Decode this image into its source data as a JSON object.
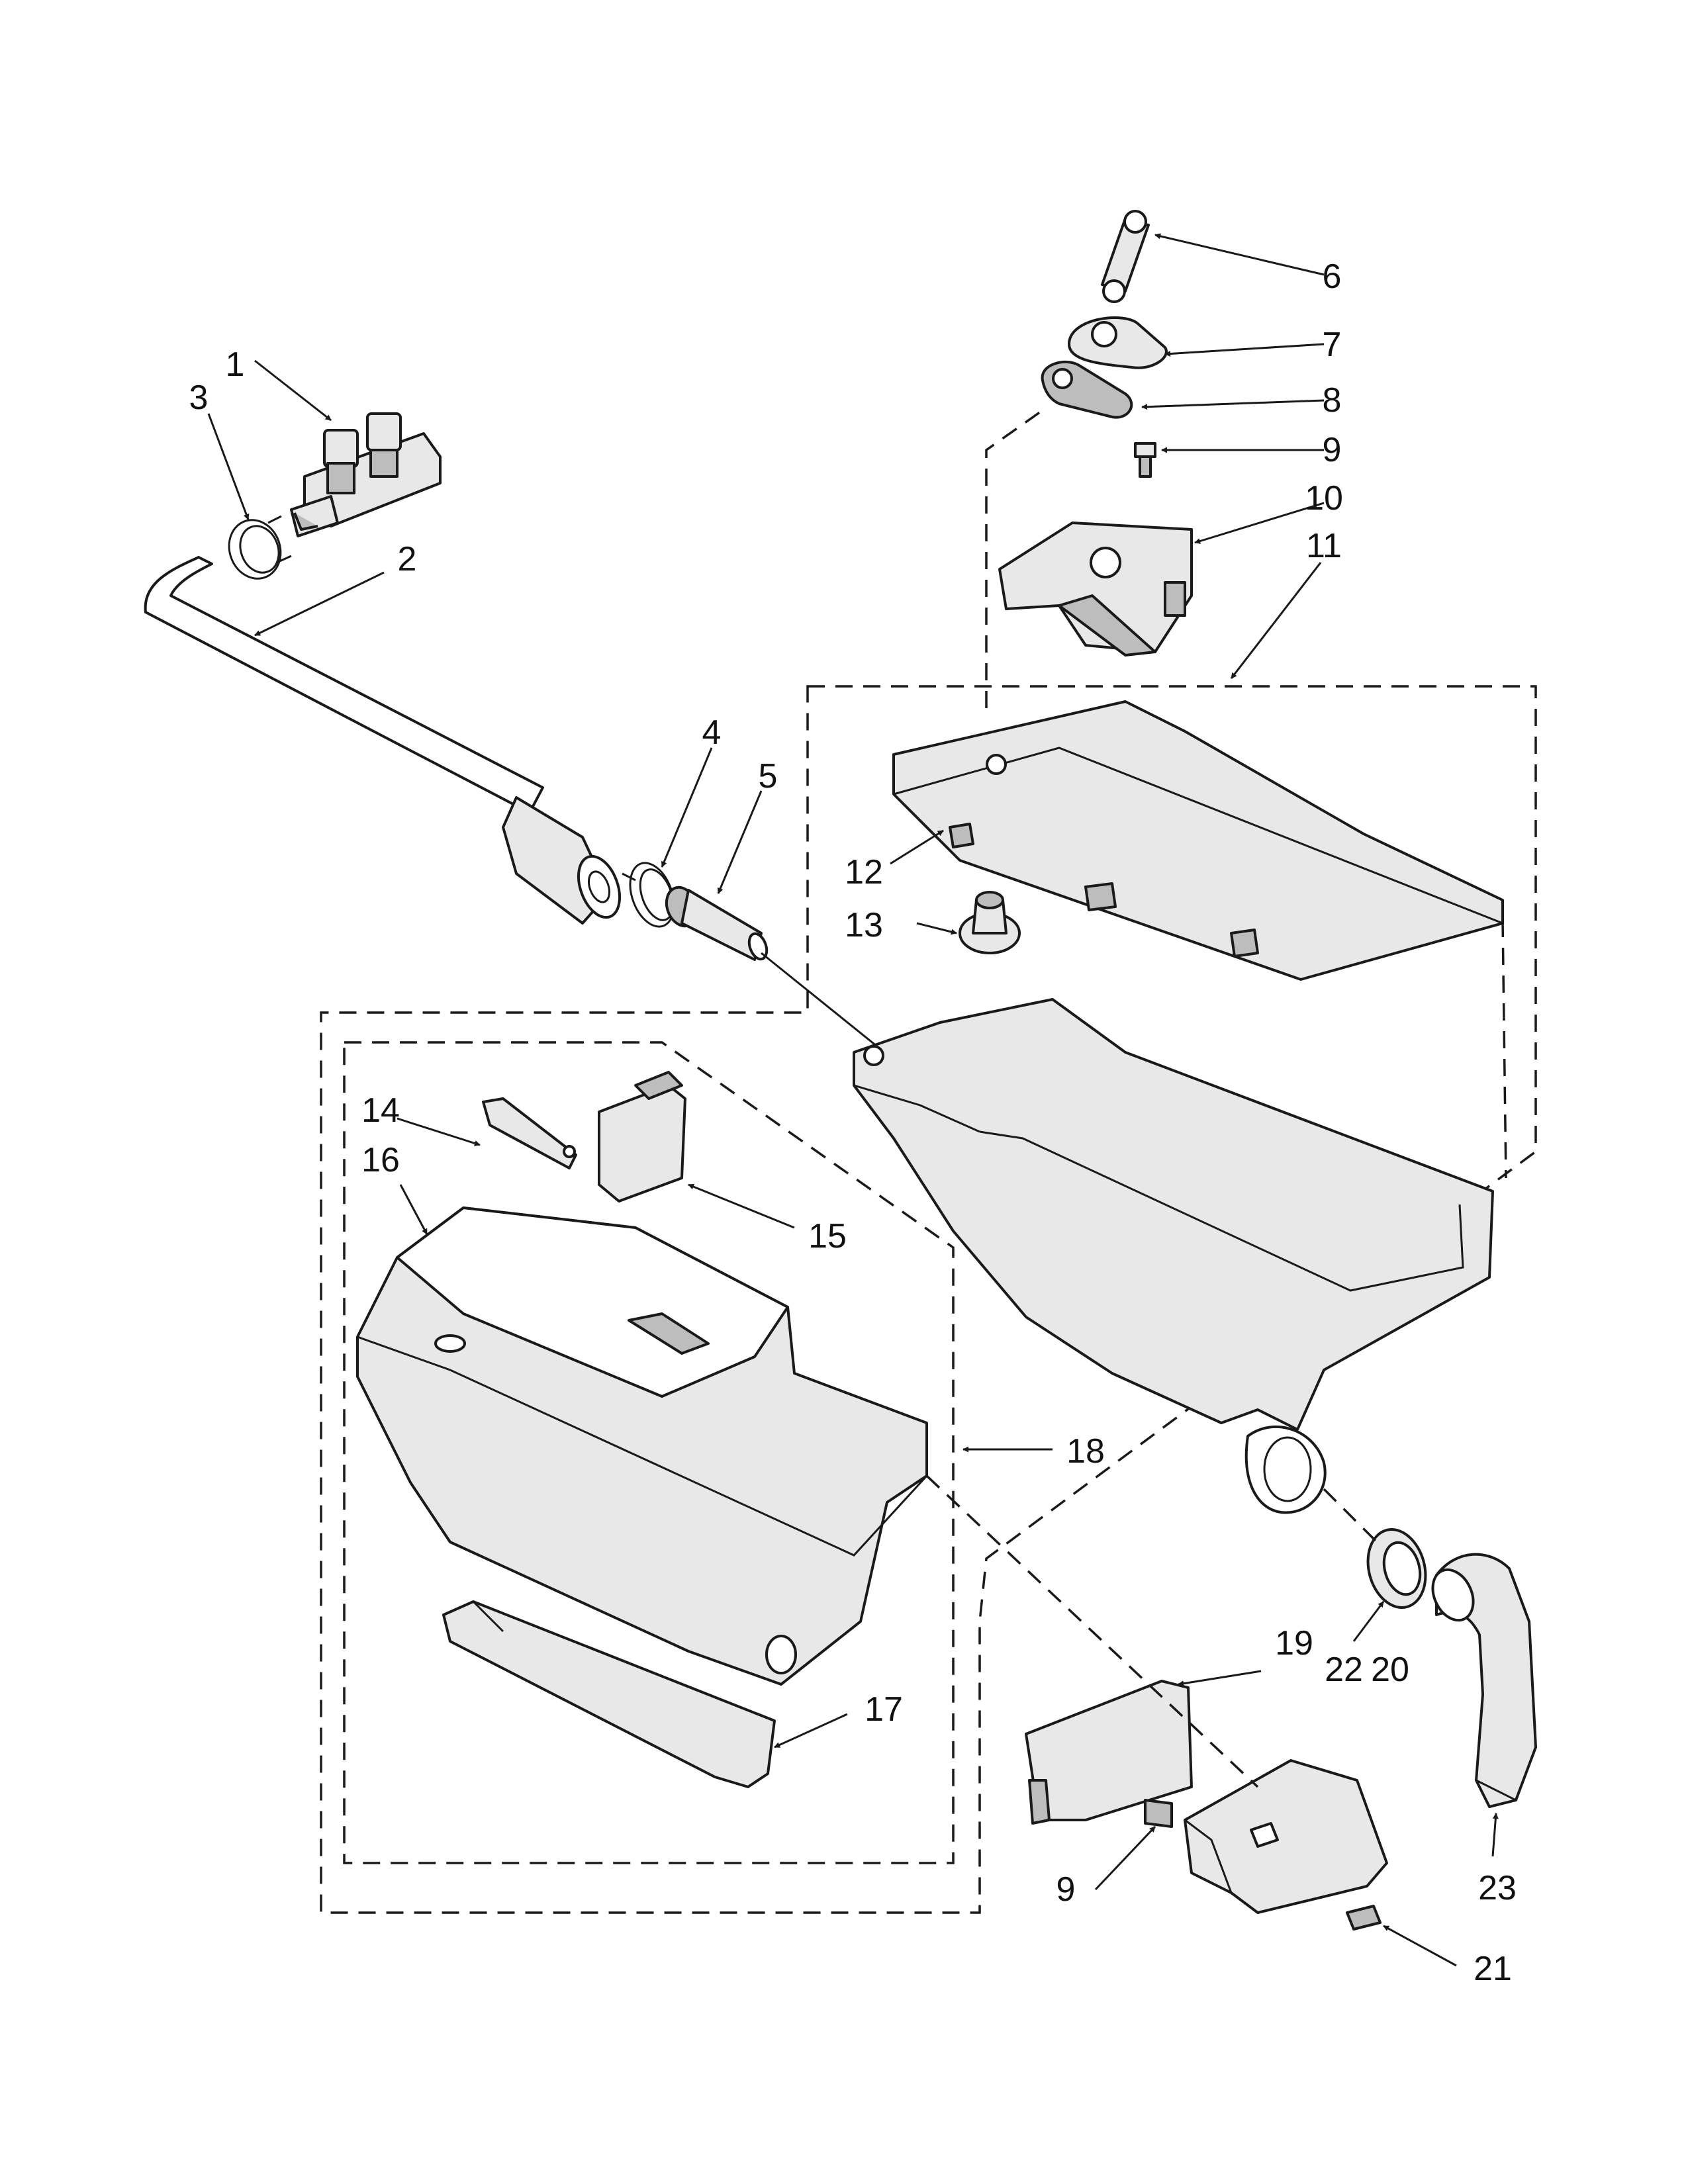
{
  "callouts": {
    "c1": "1",
    "c2": "2",
    "c3": "3",
    "c4": "4",
    "c5": "5",
    "c6": "6",
    "c7": "7",
    "c8": "8",
    "c9a": "9",
    "c10": "10",
    "c11": "11",
    "c12": "12",
    "c13": "13",
    "c14": "14",
    "c15": "15",
    "c16": "16",
    "c17": "17",
    "c18": "18",
    "c19": "19",
    "c20": "20",
    "c21": "21",
    "c22": "22",
    "c9b": "9",
    "c23": "23"
  },
  "colors": {
    "line": "#1a1a1a",
    "part_fill": "#e8e8e8",
    "part_shade": "#bdbdbd",
    "background": "#ffffff"
  }
}
